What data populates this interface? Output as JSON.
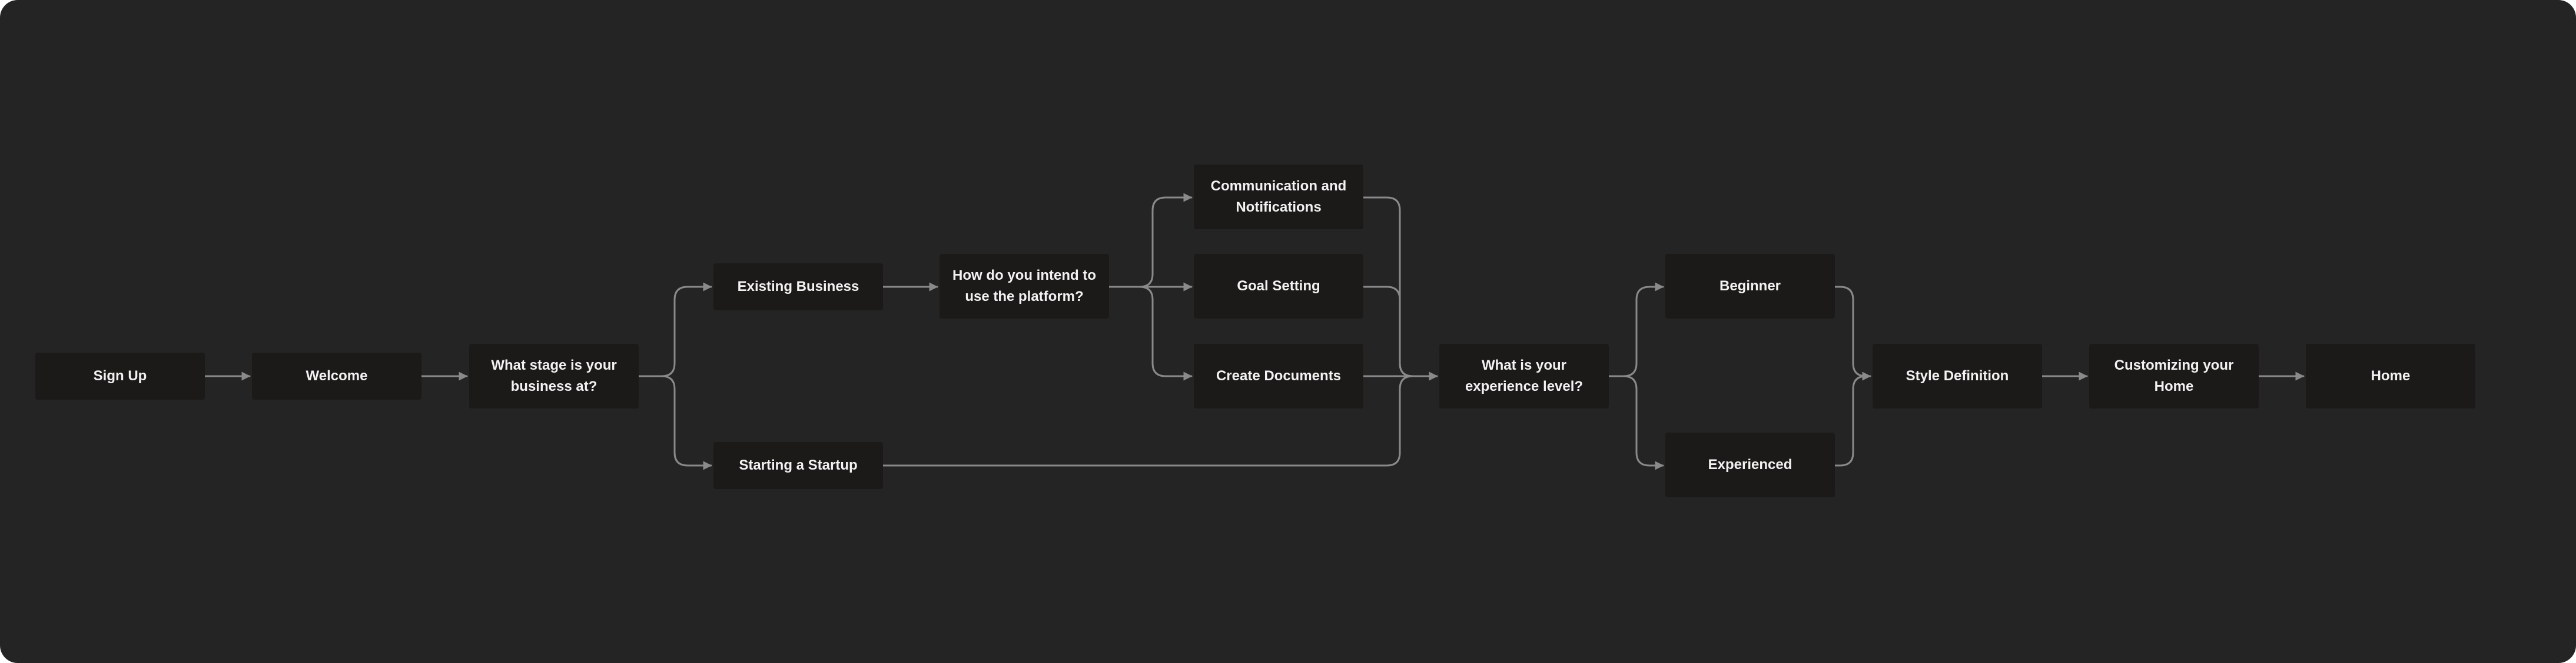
{
  "colors": {
    "background": "#242424",
    "node_fill": "#1c1a19",
    "node_text": "#f2f2f2",
    "connector": "#8a8a8a"
  },
  "nodes": {
    "sign_up": "Sign Up",
    "welcome": "Welcome",
    "stage_question": "What stage is your business at?",
    "existing_business": "Existing Business",
    "starting_startup": "Starting a Startup",
    "intend_question": "How do you intend to use the platform?",
    "communication": "Communication and Notifications",
    "goal_setting": "Goal Setting",
    "create_documents": "Create Documents",
    "experience_question": "What is your experience level?",
    "beginner": "Beginner",
    "experienced": "Experienced",
    "style_definition": "Style Definition",
    "customizing_home": "Customizing your Home",
    "home": "Home"
  }
}
